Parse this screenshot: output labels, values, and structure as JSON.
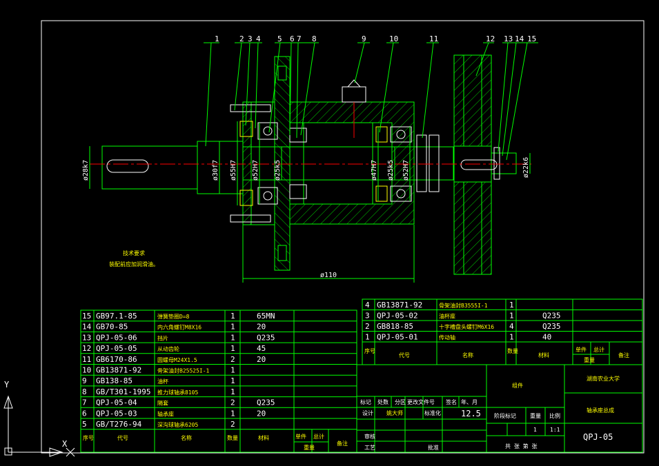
{
  "colors": {
    "background": "#000000",
    "border": "#ffffff",
    "part_outline": "#00ff00",
    "hatch": "#00ff00",
    "centerline": "#ff0000",
    "dimension": "#00ff00",
    "dimension_text": "#ffffff",
    "leader": "#00ff00",
    "table_line": "#00ff00",
    "table_text": "#ffffff",
    "chinese_text": "#ffff00",
    "ucs_icon": "#ffffff"
  },
  "balloons": [
    "1",
    "2",
    "3",
    "4",
    "5",
    "6",
    "7",
    "8",
    "9",
    "10",
    "11",
    "12",
    "13",
    "14",
    "15"
  ],
  "dimensions": {
    "d28k7": "ø28k7",
    "d30f7": "ø30f7",
    "d55H7": "ø55H7",
    "d52H7_left": "ø52H7",
    "d25k5_left": "ø25k5",
    "d47H7": "ø47H7",
    "d25k5_right": "ø25k5",
    "d52H7_right": "ø52H7",
    "d22k6": "ø22k6",
    "len110": "ø110"
  },
  "tech_requirements": {
    "title": "技术要求",
    "line1": "装配前应加润滑油。"
  },
  "bom_left": {
    "rows": [
      {
        "no": "15",
        "code": "GB97.1-85",
        "name": "弹簧垫圈D=8",
        "qty": "1",
        "mat": "65MN"
      },
      {
        "no": "14",
        "code": "GB70-85",
        "name": "内六角螺钉M8X16",
        "qty": "1",
        "mat": "20"
      },
      {
        "no": "13",
        "code": "QPJ-05-06",
        "name": "挡片",
        "qty": "1",
        "mat": "Q235"
      },
      {
        "no": "12",
        "code": "QPJ-05-05",
        "name": "从动齿轮",
        "qty": "1",
        "mat": "45"
      },
      {
        "no": "11",
        "code": "GB6170-86",
        "name": "圆螺母M24X1.5",
        "qty": "2",
        "mat": "20"
      },
      {
        "no": "10",
        "code": "GB13871-92",
        "name": "骨架油封B25525I-1",
        "qty": "1",
        "mat": ""
      },
      {
        "no": "9",
        "code": "GB138-85",
        "name": "油杯",
        "qty": "1",
        "mat": ""
      },
      {
        "no": "8",
        "code": "GB/T301-1995",
        "name": "推力球轴承8105",
        "qty": "1",
        "mat": ""
      },
      {
        "no": "7",
        "code": "QPJ-05-04",
        "name": "隔套",
        "qty": "2",
        "mat": "Q235"
      },
      {
        "no": "6",
        "code": "QPJ-05-03",
        "name": "轴承座",
        "qty": "1",
        "mat": "20"
      },
      {
        "no": "5",
        "code": "GB/T276-94",
        "name": "深沟球轴承6205",
        "qty": "2",
        "mat": ""
      }
    ],
    "header": {
      "no": "序号",
      "code": "代号",
      "name": "名称",
      "qty": "数量",
      "mat": "材料",
      "unit": "单件",
      "total": "总计",
      "weight": "重量",
      "note": "备注"
    }
  },
  "bom_right": {
    "rows": [
      {
        "no": "4",
        "code": "GB13871-92",
        "name": "骨架油封B3555I-1",
        "qty": "1",
        "mat": ""
      },
      {
        "no": "3",
        "code": "QPJ-05-02",
        "name": "油杯座",
        "qty": "1",
        "mat": "Q235"
      },
      {
        "no": "2",
        "code": "GB818-85",
        "name": "十字槽盘头螺钉M6X16",
        "qty": "4",
        "mat": "Q235"
      },
      {
        "no": "1",
        "code": "QPJ-05-01",
        "name": "传动轴",
        "qty": "1",
        "mat": "40"
      }
    ],
    "header": {
      "no": "序号",
      "code": "代号",
      "name": "名称",
      "qty": "数量",
      "mat": "材料",
      "unit": "单件",
      "total": "总计",
      "weight": "重量",
      "note": "备注"
    }
  },
  "title_block": {
    "assembly": "组件",
    "university": "湖南农业大学",
    "drawing_name": "轴承座总成",
    "drawing_no": "QPJ-05",
    "mark": "标记",
    "count": "处数",
    "zone": "分区",
    "change_doc": "更改文件号",
    "sign": "签名",
    "date": "年、月",
    "design": "设计",
    "standardize": "标准化",
    "check": "审核",
    "process": "工艺",
    "approve": "批准",
    "stage_mark": "阶段标记",
    "weight": "重量",
    "scale": "比例",
    "weight_value": "12.5",
    "qty_value": "1",
    "scale_value": "1:1",
    "sheets": "共  张  第  张",
    "designer": "姚大师"
  },
  "ucs": {
    "x": "X",
    "y": "Y"
  }
}
